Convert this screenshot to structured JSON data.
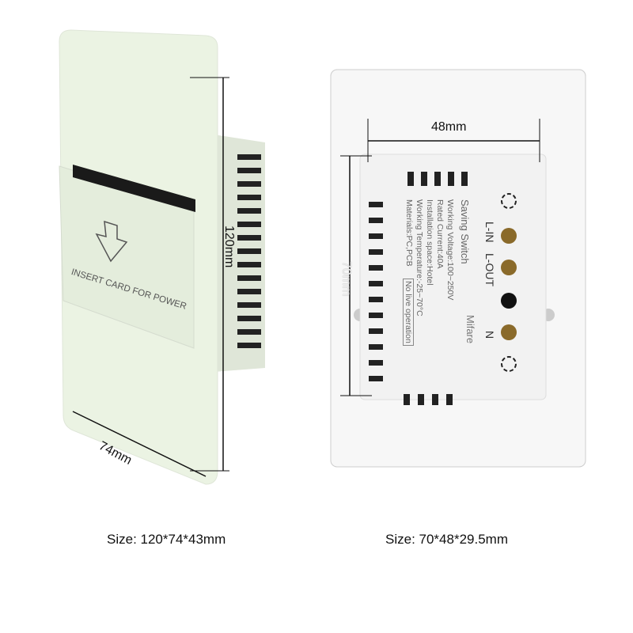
{
  "left_product": {
    "card_text": "INSERT CARD FOR POWER",
    "height_dim": "120mm",
    "width_dim": "74mm",
    "caption": "Size: 120*74*43mm"
  },
  "right_product": {
    "width_dim": "48mm",
    "height_dim": "70mm",
    "terminals": [
      "L-IN",
      "L-OUT",
      "N"
    ],
    "brand": "Mifare",
    "spec_lines": [
      "Saving Switch",
      "Working Voltage:100~250V",
      "Rated Current:40A",
      "Installation space:Hotel",
      "Working Temperature:-25~70°C",
      "Materials:PC,PCB"
    ],
    "warning": "No live operation",
    "caption": "Size: 70*48*29.5mm"
  },
  "colors": {
    "plate_left": "#eaf3e2",
    "plate_right": "#f7f7f7",
    "dim_line": "#111111"
  }
}
